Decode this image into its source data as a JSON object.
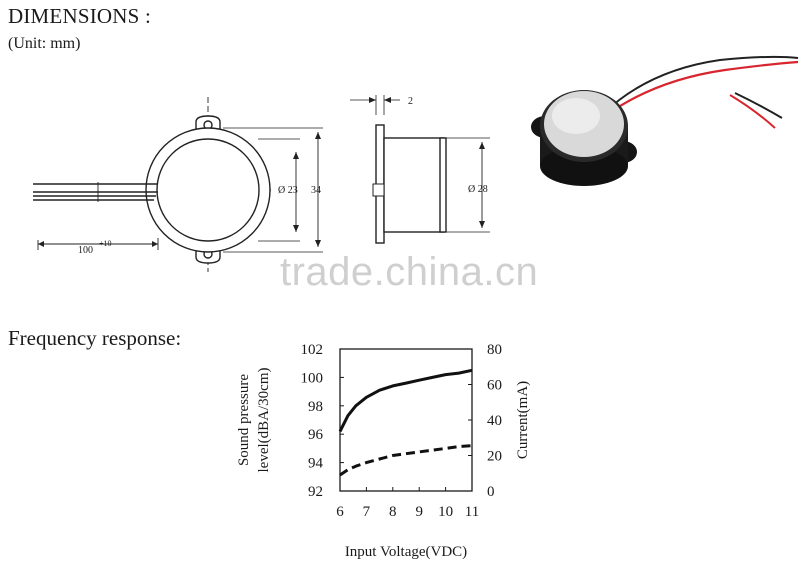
{
  "header": {
    "title": "DIMENSIONS :",
    "unit": "(Unit: mm)"
  },
  "drawing": {
    "front_diameter": "Ø 23",
    "front_height": "34",
    "lead_length": "100",
    "lead_tolerance": "+10",
    "side_thickness": "2",
    "side_diameter": "Ø 28"
  },
  "watermark": "trade.china.cn",
  "section": {
    "frequency_title": "Frequency response:"
  },
  "chart_data": {
    "type": "line",
    "xlabel": "Input Voltage(VDC)",
    "ylabel_left_line1": "Sound pressure",
    "ylabel_left_line2": "level(dBA/30cm)",
    "ylabel_right": "Current(mA)",
    "x_ticks": [
      "6",
      "7",
      "8",
      "9",
      "10",
      "11"
    ],
    "y_left_ticks": [
      "92",
      "94",
      "96",
      "98",
      "100",
      "102"
    ],
    "y_right_ticks": [
      "0",
      "20",
      "40",
      "60",
      "80"
    ],
    "xlim": [
      6,
      11
    ],
    "ylim_left": [
      92,
      102
    ],
    "ylim_right": [
      0,
      80
    ],
    "grid": false,
    "series": [
      {
        "axis": "left",
        "style": "solid",
        "x": [
          6,
          6.3,
          6.6,
          7,
          7.5,
          8,
          8.5,
          9,
          9.5,
          10,
          10.5,
          11
        ],
        "values": [
          96.2,
          97.3,
          98.0,
          98.6,
          99.1,
          99.4,
          99.6,
          99.8,
          100.0,
          100.2,
          100.3,
          100.5
        ]
      },
      {
        "axis": "right",
        "style": "dashed",
        "x": [
          6,
          6.3,
          6.6,
          7,
          7.5,
          8,
          8.5,
          9,
          9.5,
          10,
          10.5,
          11
        ],
        "values": [
          9,
          12,
          14,
          16,
          18,
          20,
          21,
          22,
          23,
          24,
          25,
          25.5
        ]
      }
    ]
  }
}
